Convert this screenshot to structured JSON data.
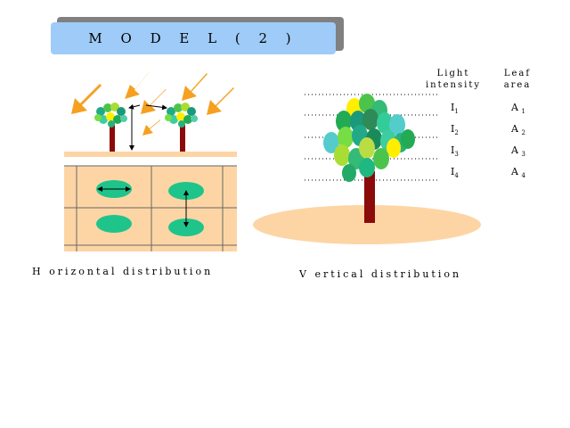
{
  "title": "M O D E L ( 2 )",
  "horizontal": {
    "caption": "H orizontal distribution"
  },
  "vertical": {
    "caption": "V ertical distribution"
  },
  "columns": {
    "light_line1": "Light",
    "light_line2": "intensity",
    "leaf_line1": "Leaf",
    "leaf_line2": "area"
  },
  "rows": [
    {
      "i_base": "I",
      "i_sub": "1",
      "a_base": "A",
      "a_sub": "1"
    },
    {
      "i_base": "I",
      "i_sub": "2",
      "a_base": "A",
      "a_sub": "2"
    },
    {
      "i_base": "I",
      "i_sub": "3",
      "a_base": "A",
      "a_sub": "3"
    },
    {
      "i_base": "I",
      "i_sub": "4",
      "a_base": "A",
      "a_sub": "4"
    }
  ],
  "colors": {
    "title_bg": "#9ecbf7",
    "ground": "#fdd5a5",
    "leaf_patch": "#1fc48a",
    "trunk": "#8b0a0a",
    "sun_arrow": "#f5a020"
  }
}
